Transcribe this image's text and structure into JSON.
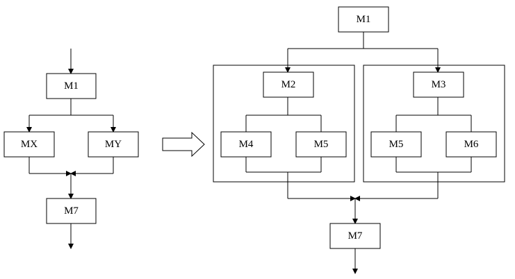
{
  "diagram": {
    "left": {
      "m1": "M1",
      "mx": "MX",
      "my": "MY",
      "m7": "M7"
    },
    "right": {
      "m1": "M1",
      "m2": "M2",
      "m3": "M3",
      "m4": "M4",
      "m5a": "M5",
      "m5b": "M5",
      "m6": "M6",
      "m7": "M7"
    }
  },
  "colors": {
    "stroke": "#000000",
    "background": "#ffffff"
  }
}
